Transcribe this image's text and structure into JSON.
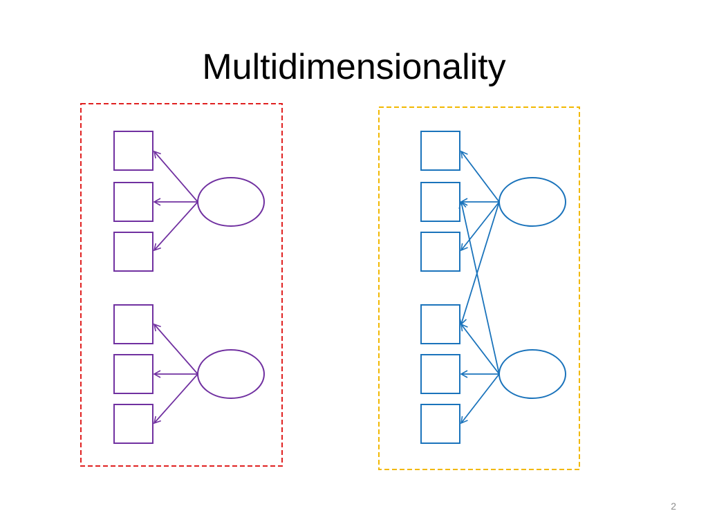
{
  "slide": {
    "title": "Multidimensionality",
    "page_number": "2"
  },
  "colors": {
    "left_panel_border": "#e02020",
    "left_model": "#7030a0",
    "right_panel_border": "#f2b800",
    "right_model": "#1a73bb"
  },
  "models": {
    "left": {
      "description_style": "simple-structure",
      "factors": 2,
      "indicators_per_factor": 3,
      "cross_loadings": false
    },
    "right": {
      "description_style": "cross-loaded",
      "factors": 2,
      "indicators": 6,
      "cross_loadings": true
    }
  }
}
